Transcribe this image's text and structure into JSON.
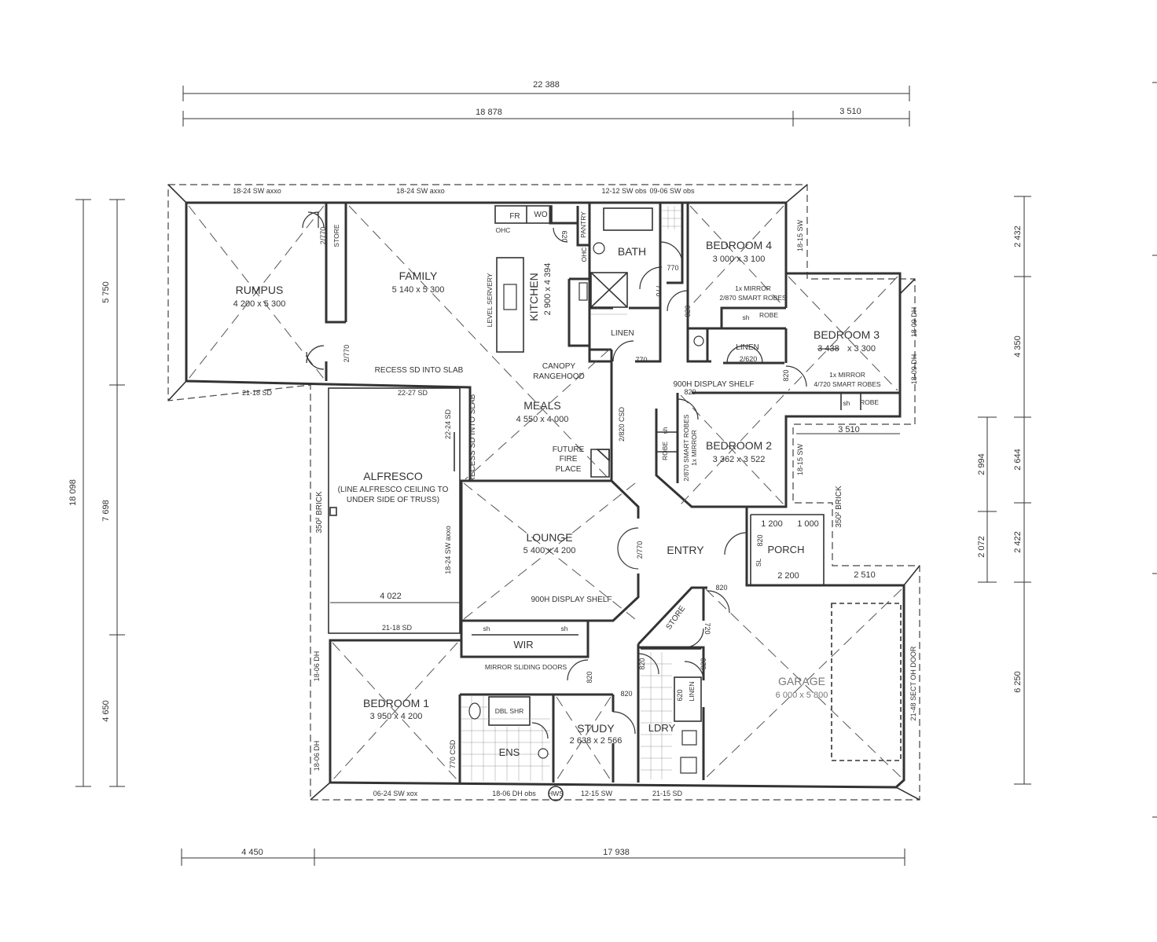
{
  "overall_dims": {
    "top_total": "22 388",
    "top_left": "18 878",
    "top_right": "3 510",
    "bottom_left": "4 450",
    "bottom_right": "17 938",
    "left_total": "18 098",
    "left_upper": "5 750",
    "left_middle": "7 698",
    "left_lower": "4 650",
    "right_a": "2 432",
    "right_b": "4 350",
    "right_c": "2 644",
    "right_d": "2 422",
    "right_e": "6 250",
    "right_f": "2 994",
    "right_g": "2 072"
  },
  "rooms": {
    "rumpus": {
      "name": "RUMPUS",
      "size": "4 200 x 5 300"
    },
    "family": {
      "name": "FAMILY",
      "size": "5 140 x 5 300"
    },
    "kitchen": {
      "name": "KITCHEN",
      "size": "2 900 x 4 394"
    },
    "bath": {
      "name": "BATH"
    },
    "bedroom4": {
      "name": "BEDROOM 4",
      "size": "3 000 x 3 100"
    },
    "bedroom3": {
      "name": "BEDROOM 3",
      "size_struck": "3 438",
      "size_rest": "x 3 300"
    },
    "meals": {
      "name": "MEALS",
      "size": "4 550 x 4 000"
    },
    "bedroom2": {
      "name": "BEDROOM 2",
      "size": "3 362 x 3 522"
    },
    "alfresco": {
      "name": "ALFRESCO",
      "note1": "(LINE ALFRESCO CEILING TO",
      "note2": "UNDER SIDE OF TRUSS)"
    },
    "lounge": {
      "name": "LOUNGE",
      "size": "5 400 x 4 200"
    },
    "entry": {
      "name": "ENTRY"
    },
    "porch": {
      "name": "PORCH"
    },
    "garage": {
      "name": "GARAGE",
      "size": "6 000 x 5 800"
    },
    "wir": {
      "name": "WIR"
    },
    "bedroom1": {
      "name": "BEDROOM 1",
      "size": "3 950 x 4 200"
    },
    "ens": {
      "name": "ENS"
    },
    "study": {
      "name": "STUDY",
      "size": "2 638 x 2 566"
    },
    "ldry": {
      "name": "LDRY"
    }
  },
  "labels": {
    "store1": "STORE",
    "store2": "STORE",
    "fr": "FR",
    "wo": "WO",
    "pantry": "PANTRY",
    "ohc1": "OHC",
    "ohc2": "OHC",
    "level_servery": "LEVEL SERVERY",
    "canopy1": "CANOPY",
    "canopy2": "RANGEHOOD",
    "linen1": "LINEN",
    "linen2": "LINEN",
    "linen3": "LINEN",
    "robe1": "ROBE",
    "robe2": "ROBE",
    "robe3": "ROBE",
    "sh": "sh",
    "mirror_b4_1": "1x MIRROR",
    "mirror_b4_2": "2/870 SMART ROBES",
    "mirror_b3_1": "1x MIRROR",
    "mirror_b3_2": "4/720 SMART ROBES",
    "robes_b2_1": "2/870 SMART ROBES",
    "robes_b2_2": "1x MIRROR",
    "display_shelf1": "900H DISPLAY SHELF",
    "display_shelf2": "900H DISPLAY SHELF",
    "recess1": "RECESS SD INTO SLAB",
    "recess2": "RECESS SD INTO SLAB",
    "fire1": "FUTURE",
    "fire2": "FIRE",
    "fire3": "PLACE",
    "mirror_sliding": "MIRROR SLIDING DOORS",
    "dbl_shr": "DBL SHR",
    "hws": "HWS",
    "brick1": "350² BRICK",
    "brick2": "350² BRICK",
    "sl": "SL"
  },
  "windows": {
    "w1": "18-24 SW axxo",
    "w2": "18-24 SW axxo",
    "w3": "12-12 SW obs",
    "w4": "09-06 SW obs",
    "w5": "18-15 SW",
    "w6": "18-09 DH",
    "w7": "18-09 DH",
    "w8": "18-15 SW",
    "w9": "21-18 SD",
    "w10": "22-27 SD",
    "w11": "22-24 SD",
    "w12": "18-24 SW axxo",
    "w13": "21-18 SD",
    "w14": "18-06 DH",
    "w15": "18-06 DH",
    "w16": "06-24 SW xox",
    "w17": "18-06 DH obs",
    "w18": "12-15 SW",
    "w19": "21-15 SD",
    "w20": "21-48 SECT OH DOOR"
  },
  "doors": {
    "d_store": "2/770",
    "d_rumpus": "2/770",
    "d_pantry": "620",
    "d_bath": "770",
    "d_bath2": "770",
    "d_linen1": "770",
    "d_b4": "820",
    "d_linen2": "2/620",
    "d_b3": "820",
    "d_b2": "820",
    "d_meals": "2/820 CSD",
    "d_lounge": "2/770",
    "d_entry": "820",
    "d_porch": "820",
    "d_store2": "720",
    "d_garage": "820",
    "d_ldry1": "820",
    "d_ldry2": "820",
    "d_linen3": "620",
    "d_wir": "820",
    "d_study": "820",
    "d_ens": "770 CSD"
  },
  "inner_dims": {
    "porch_a": "1 200",
    "porch_b": "1 000",
    "porch_w": "2 200",
    "porch_r": "2 510",
    "b3_w": "3 510",
    "alfresco_w": "4 022"
  }
}
